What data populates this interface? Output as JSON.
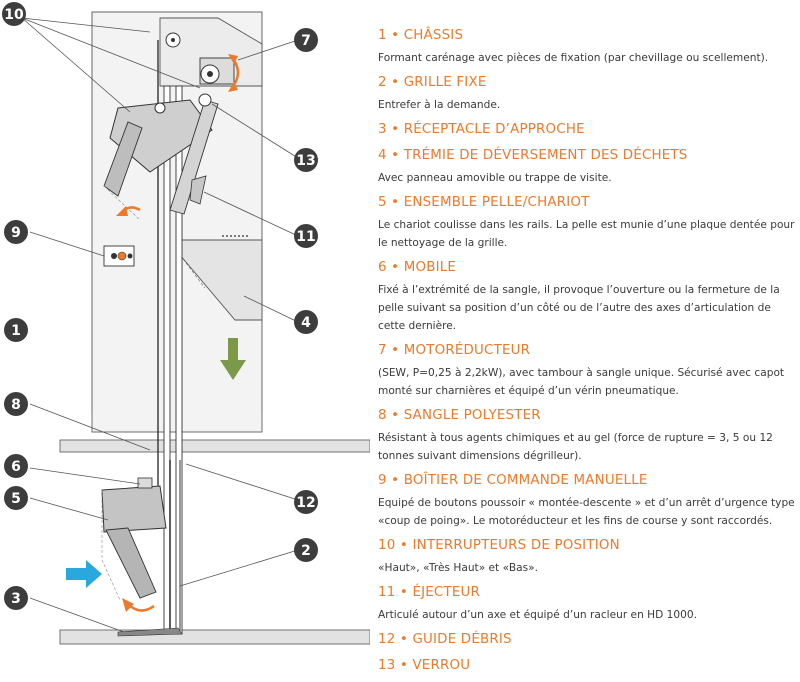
{
  "callouts": {
    "c10": "10",
    "c7": "7",
    "c13": "13",
    "c9": "9",
    "c11": "11",
    "c1": "1",
    "c4": "4",
    "c8": "8",
    "c6": "6",
    "c12": "12",
    "c5": "5",
    "c2": "2",
    "c3": "3"
  },
  "legend": [
    {
      "title": "1 • CHÂSSIS",
      "desc": "Formant carénage avec pièces de fixation (par chevillage ou scellement)."
    },
    {
      "title": "2 • GRILLE FIXE",
      "desc": "Entrefer à la demande."
    },
    {
      "title": "3 • RÉCEPTACLE D’APPROCHE",
      "desc": ""
    },
    {
      "title": "4 • TRÉMIE DE DÉVERSEMENT DES DÉCHETS",
      "desc": "Avec panneau amovible ou trappe de visite."
    },
    {
      "title": "5 • ENSEMBLE PELLE/CHARIOT",
      "desc": "Le chariot coulisse dans les rails. La pelle est munie d’une plaque dentée pour le nettoyage de la grille."
    },
    {
      "title": "6 • MOBILE",
      "desc": "Fixé à l’extrémité de la sangle, il provoque l’ouverture ou la fermeture de la pelle suivant sa position d’un côté ou de l’autre des axes d’articulation de cette dernière."
    },
    {
      "title": "7 • MOTORÉDUCTEUR",
      "desc": "(SEW, P=0,25 à 2,2kW), avec tambour à sangle unique. Sécurisé avec capot monté sur charnières et équipé d’un vérin pneumatique."
    },
    {
      "title": "8 • SANGLE POLYESTER",
      "desc": "Résistant à tous agents chimiques et au gel (force de rupture = 3, 5 ou 12 tonnes suivant dimensions dégrilleur)."
    },
    {
      "title": "9 • BOÎTIER DE COMMANDE MANUELLE",
      "desc": "Equipé de boutons poussoir « montée-descente » et d’un arrêt d’urgence type «coup de poing». Le motoréducteur et les fins de course y sont raccordés."
    },
    {
      "title": "10 • INTERRUPTEURS DE POSITION",
      "desc": "«Haut», «Très Haut» et «Bas»."
    },
    {
      "title": "11 • ÉJECTEUR",
      "desc": "Articulé autour d’un axe et équipé d’un racleur en HD 1000."
    },
    {
      "title": "12 • GUIDE DÉBRIS",
      "desc": ""
    },
    {
      "title": "13 • VERROU",
      "desc": ""
    }
  ],
  "colors": {
    "callout": "#3d3d3d",
    "accent": "#ec7a2c",
    "arrow_green": "#7a9a4a",
    "arrow_blue": "#2aa7dc",
    "housing": "#f3f3f3",
    "floor": "#e2e2e2"
  }
}
